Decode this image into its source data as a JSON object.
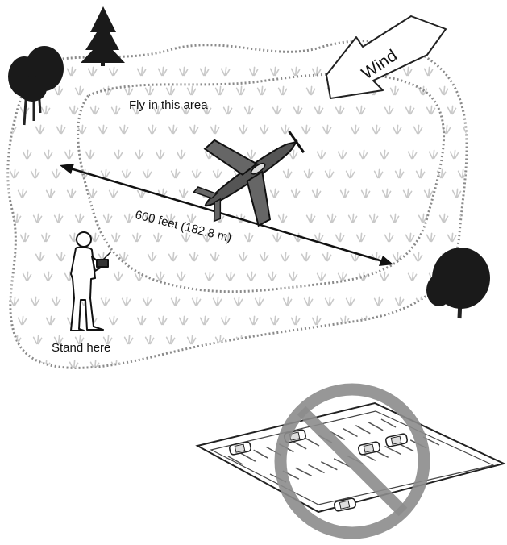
{
  "labels": {
    "fly_area": "Fly in this area",
    "distance": "600 feet (182.8 m)",
    "stand": "Stand here",
    "wind": "Wind"
  },
  "icons": [
    "tree-icon",
    "pine-tree-icon",
    "airplane-icon",
    "pilot-icon",
    "wind-arrow-icon",
    "car-icon",
    "no-sign-icon"
  ],
  "colors": {
    "ink": "#111111",
    "grass": "#c9c9c9",
    "boundary": "#8a8a8a",
    "no_sign": "#8c8c8c"
  }
}
